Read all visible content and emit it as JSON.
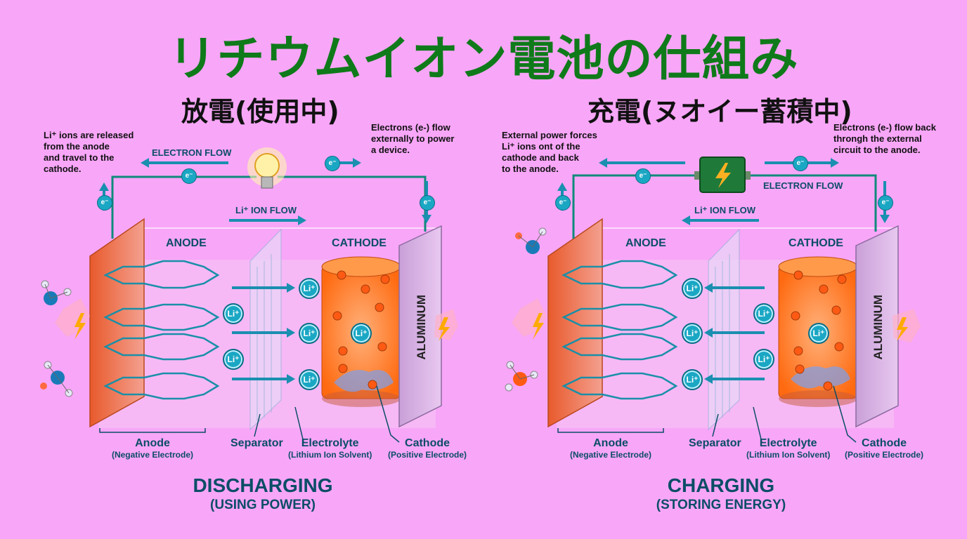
{
  "title": "リチウムイオン電池の仕組み",
  "panels": {
    "left": {
      "heading": "放電(使用中)",
      "note_left": "Li⁺ ions are released\nfrom the anode\nand travel to the\ncathode.",
      "note_right": "Electrons (e-) flow\nexternally to power\na device.",
      "electron_flow": "ELECTRON FLOW",
      "ion_flow": "Li⁺ ION FLOW",
      "anode": "ANODE",
      "cathode": "CATHODE",
      "aluminum": "ALUMINUM",
      "electron": "e⁻",
      "ion": "Li⁺",
      "cap_anode": "Anode",
      "cap_anode_sub": "(Negative Electrode)",
      "cap_separator": "Separator",
      "cap_electrolyte": "Electrolyte",
      "cap_electrolyte_sub": "(Lithium Ion Solvent)",
      "cap_cathode": "Cathode",
      "cap_cathode_sub": "(Positive Electrode)",
      "mode": "DISCHARGING",
      "mode_sub": "(USING POWER)"
    },
    "right": {
      "heading": "充電(ヌオイー蓄積中)",
      "note_left": "External power forces\nLi⁺ ions ont of the\ncathode and back\nto the anode.",
      "note_right": "Electrons (e-) flow back\nthrongh the external\ncircuit to the anode.",
      "electron_flow": "ELECTRON FLOW",
      "ion_flow": "Li⁺ ION FLOW",
      "anode": "ANODE",
      "cathode": "CATHODE",
      "aluminum": "ALUMINUM",
      "electron": "e⁻",
      "ion": "Li⁺",
      "cap_anode": "Anode",
      "cap_anode_sub": "(Negative Electrode)",
      "cap_separator": "Separator",
      "cap_electrolyte": "Electrolyte",
      "cap_electrolyte_sub": "(Lithium Ion Solvent)",
      "cap_cathode": "Cathode",
      "cap_cathode_sub": "(Positive Electrode)",
      "mode": "CHARGING",
      "mode_sub": "(STORING ENERGY)"
    }
  },
  "colors": {
    "background": "#f8a6f8",
    "title": "#0f7a1a",
    "wire": "#0e8a7a",
    "label": "#0b4d66",
    "anode_plate": "#e8663a",
    "cathode_fill": "#ff7a1c"
  },
  "icons": [
    "light-bulb-icon",
    "battery-charger-icon",
    "lightning-icon",
    "water-molecule-icon"
  ]
}
